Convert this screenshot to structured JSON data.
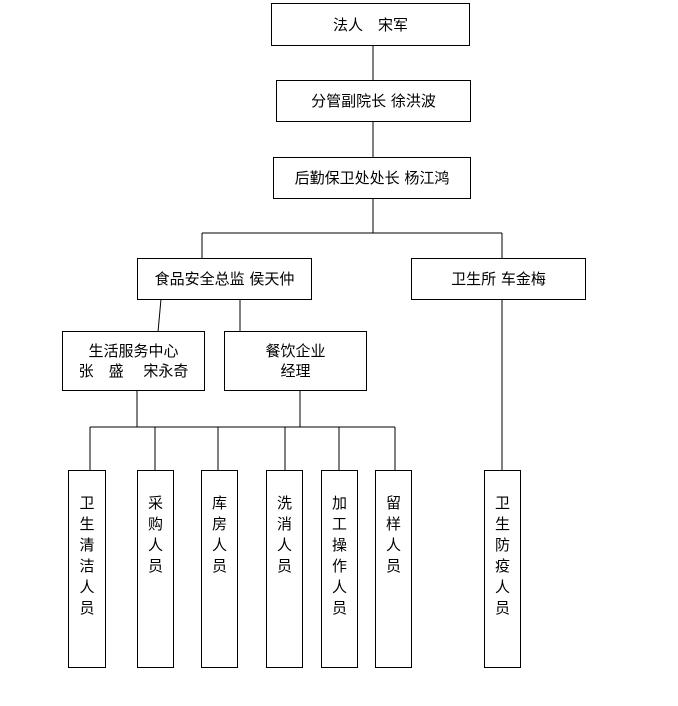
{
  "org_chart": {
    "legal_rep": "法人　宋军",
    "vice_president": "分管副院长 徐洪波",
    "logistics_director": "后勤保卫处处长 杨江鸿",
    "food_safety_director": "食品安全总监 侯天仲",
    "clinic": "卫生所 车金梅",
    "service_center": {
      "line1": "生活服务中心",
      "line2": "张　盛　 宋永奇"
    },
    "catering_manager": {
      "line1": "餐饮企业",
      "line2": "经理"
    },
    "staff": [
      {
        "name": "卫生清洁人员"
      },
      {
        "name": "采购人员"
      },
      {
        "name": "库房人员"
      },
      {
        "name": "洗消人员"
      },
      {
        "name": "加工操作人员"
      },
      {
        "name": "留样人员"
      }
    ],
    "epidemic_staff": "卫生防疫人员"
  }
}
